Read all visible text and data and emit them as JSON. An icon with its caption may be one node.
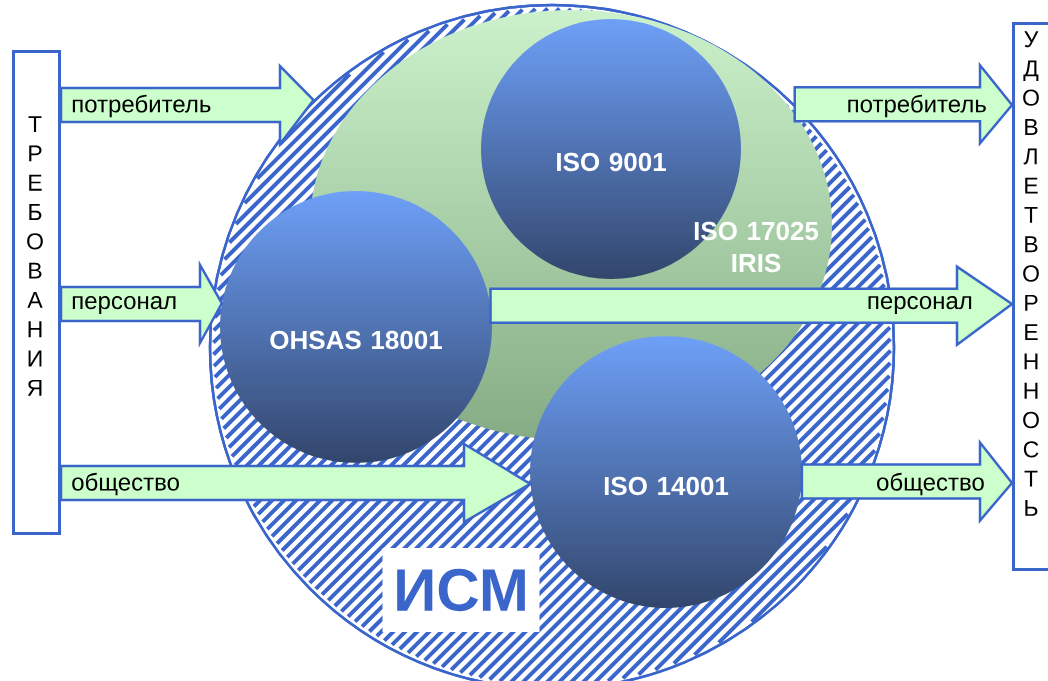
{
  "diagram": {
    "nodes": [
      {
        "text": [
          "ТРЕБОВАНИЯ"
        ]
      },
      {
        "text": [
          "УДОВЛЕТВОРЕННОСТЬ"
        ]
      },
      {
        "text": [
          "ИСМ"
        ]
      },
      {
        "text": [
          "ISO 17025 IRIS"
        ],
        "in": 2
      },
      {
        "text": [
          "ISO 9001"
        ],
        "in": 3
      },
      {
        "text": [
          "OHSAS 18001"
        ],
        "in": 2
      },
      {
        "text": [
          "ISO 14001"
        ],
        "in": 2
      }
    ],
    "edges": [
      {
        "from": 0,
        "to": 2,
        "arrow": "to",
        "label": "потребитель"
      },
      {
        "from": 0,
        "to": 5,
        "arrow": "to",
        "label": "персонал"
      },
      {
        "from": 0,
        "to": 6,
        "arrow": "to",
        "label": "общество"
      },
      {
        "from": 2,
        "to": 1,
        "arrow": "to",
        "label": "потребитель"
      },
      {
        "from": 5,
        "to": 1,
        "arrow": "to",
        "label": "персонал"
      },
      {
        "from": 6,
        "to": 1,
        "arrow": "to",
        "label": "общество"
      }
    ]
  }
}
